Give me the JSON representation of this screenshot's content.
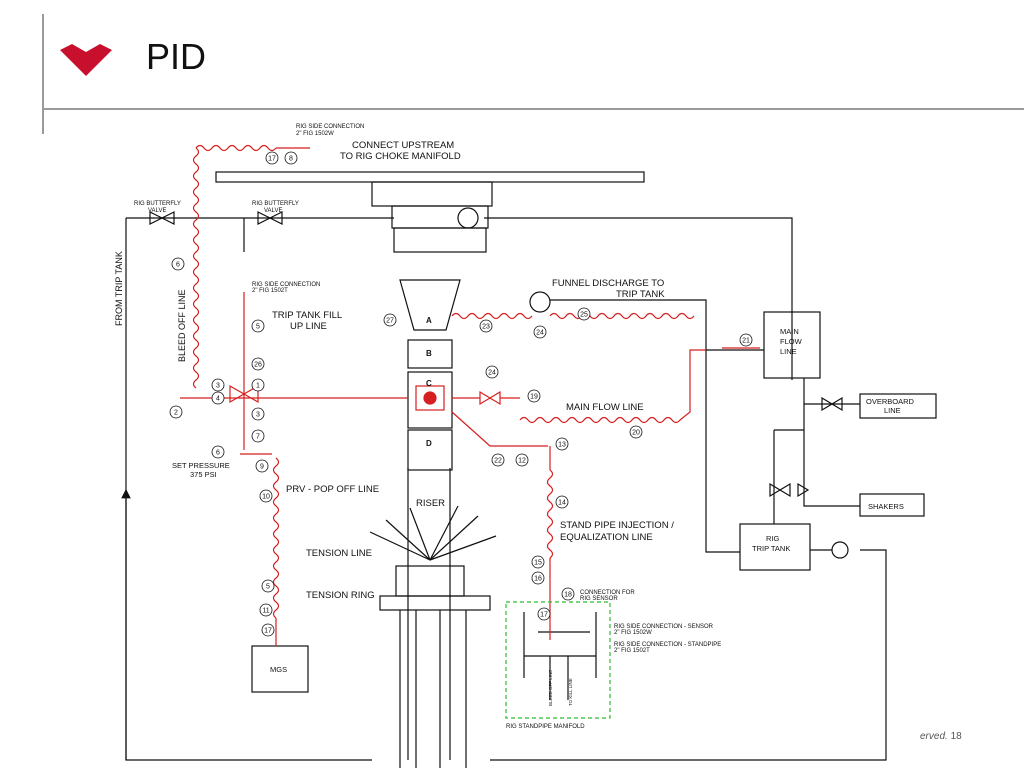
{
  "header": {
    "title": "PID",
    "brand_color": "#c8102e"
  },
  "footer": {
    "rights_fragment": "erved.",
    "page_number": "18"
  },
  "diagram": {
    "labels": {
      "rig_side_conn_top": "RIG SIDE CONNECTION",
      "rig_side_conn_top_sub": "2\" FIG 1502W",
      "connect_upstream_1": "CONNECT UPSTREAM",
      "connect_upstream_2": "TO RIG CHOKE MANIFOLD",
      "rig_bfv_left_1": "RIG BUTTERFLY",
      "rig_bfv_left_2": "VALVE",
      "rig_bfv_mid_1": "RIG BUTTERFLY",
      "rig_bfv_mid_2": "VALVE",
      "from_trip_tank": "FROM TRIP TANK",
      "bleed_off_line": "BLEED OFF LINE",
      "rig_side_conn_mid": "RIG SIDE CONNECTION",
      "rig_side_conn_mid_sub": "2\" FIG 1502T",
      "trip_tank_fill_1": "TRIP TANK FILL",
      "trip_tank_fill_2": "UP LINE",
      "funnel_discharge_1": "FUNNEL DISCHARGE TO",
      "funnel_discharge_2": "TRIP TANK",
      "main_flow_line_box_1": "MAIN",
      "main_flow_line_box_2": "FLOW",
      "main_flow_line_box_3": "LINE",
      "main_flow_line": "MAIN FLOW LINE",
      "overboard_1": "OVERBOARD",
      "overboard_2": "LINE",
      "shakers": "SHAKERS",
      "rig_trip_tank_1": "RIG",
      "rig_trip_tank_2": "TRIP TANK",
      "set_pressure_1": "SET PRESSURE",
      "set_pressure_2": "375 PSI",
      "prv_line": "PRV - POP OFF LINE",
      "riser": "RISER",
      "tension_line": "TENSION LINE",
      "tension_ring": "TENSION RING",
      "standpipe_1": "STAND PIPE INJECTION /",
      "standpipe_2": "EQUALIZATION LINE",
      "conn_sensor_1": "CONNECTION FOR",
      "conn_sensor_2": "RIG SENSOR",
      "rig_side_sensor_1": "RIG SIDE CONNECTION - SENSOR",
      "rig_side_sensor_2": "2\" FIG 1502W",
      "rig_side_standpipe_1": "RIG SIDE CONNECTION - STANDPIPE",
      "rig_side_standpipe_2": "2\" FIG 1502T",
      "rig_standpipe_manifold": "RIG STANDPIPE MANIFOLD",
      "bleed_off_line_small": "BLEED OFF LINE",
      "to_kill_line": "TO KILL LINE",
      "mgs": "MGS",
      "sec_a": "A",
      "sec_b": "B",
      "sec_c": "C",
      "sec_d": "D"
    },
    "callouts": [
      "17",
      "8",
      "6",
      "5",
      "26",
      "3",
      "1",
      "4",
      "3",
      "2",
      "7",
      "6",
      "9",
      "10",
      "5",
      "11",
      "17",
      "27",
      "23",
      "24",
      "25",
      "24",
      "19",
      "20",
      "21",
      "22",
      "12",
      "13",
      "14",
      "15",
      "16",
      "17",
      "18",
      "8"
    ],
    "colors": {
      "line": "#d61f1f",
      "ink": "#111111",
      "manifold_box": "#2bbf2b"
    }
  }
}
